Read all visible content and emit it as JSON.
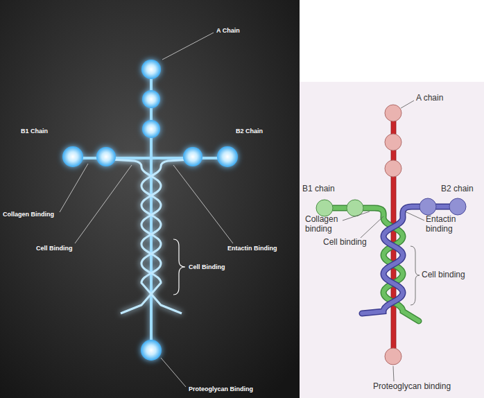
{
  "diagram": {
    "labels": [
      "A Chain",
      "B1 Chain",
      "B2 Chain",
      "Collagen Binding",
      "Cell Binding",
      "Entactin Binding",
      "Cell Binding",
      "Proteoglycan Binding",
      "A chain",
      "B1 chain",
      "B2 chain",
      "Collagen binding",
      "Cell binding",
      "Entactin binding",
      "Cell binding",
      "Proteoglycan binding"
    ]
  }
}
